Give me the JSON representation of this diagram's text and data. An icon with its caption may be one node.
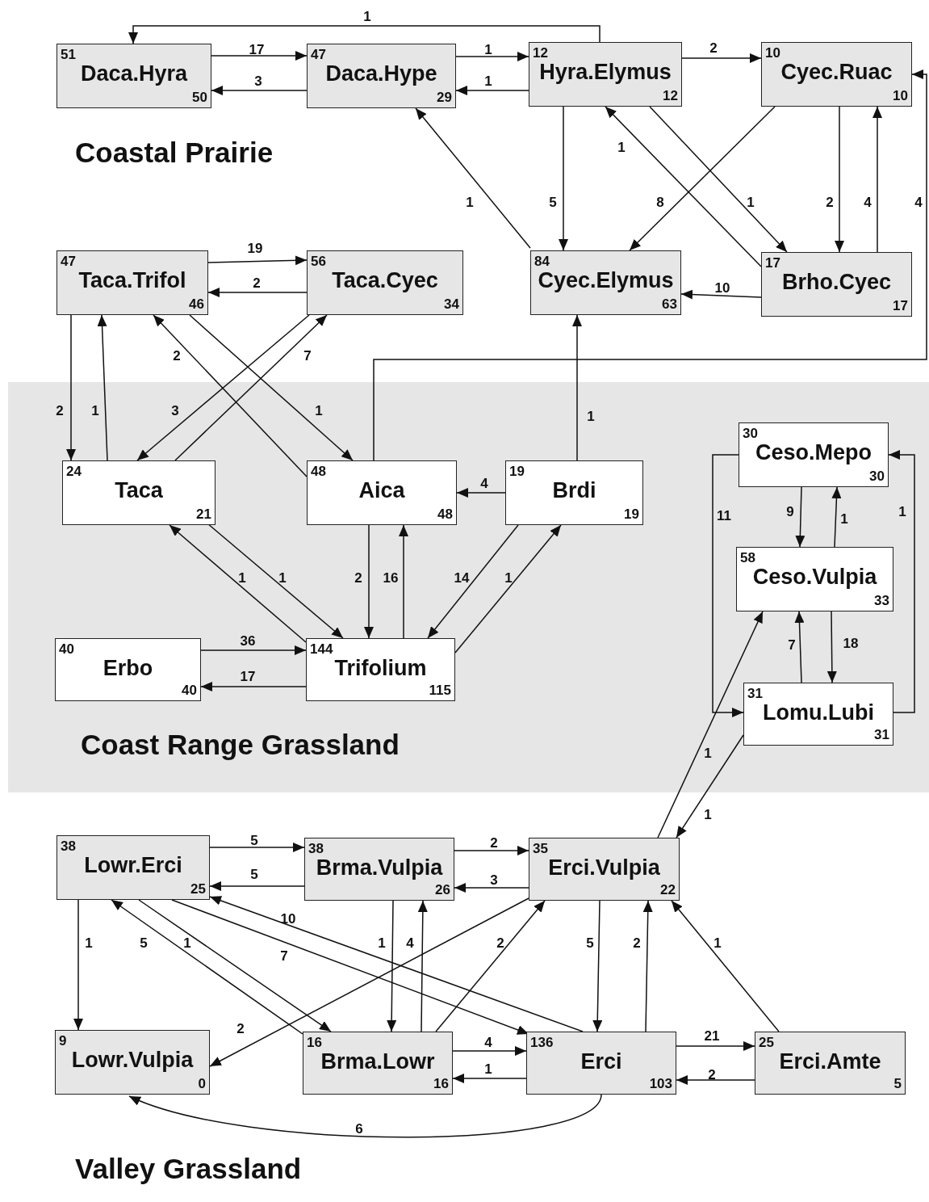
{
  "diagram": {
    "nodes": [
      {
        "text": [
          "51",
          "Daca.Hyra",
          "50"
        ]
      },
      {
        "text": [
          "47",
          "Daca.Hype",
          "29"
        ]
      },
      {
        "text": [
          "12",
          "Hyra.Elymus",
          "12"
        ]
      },
      {
        "text": [
          "10",
          "Cyec.Ruac",
          "10"
        ]
      },
      {
        "text": [
          "84",
          "Cyec.Elymus",
          "63"
        ]
      },
      {
        "text": [
          "17",
          "Brho.Cyec",
          "17"
        ]
      },
      {
        "text": [
          "47",
          "Taca.Trifol",
          "46"
        ]
      },
      {
        "text": [
          "56",
          "Taca.Cyec",
          "34"
        ]
      },
      {
        "text": [
          "Coast Range Grassland"
        ]
      },
      {
        "text": [
          "24",
          "Taca",
          "21"
        ],
        "in": 8
      },
      {
        "text": [
          "48",
          "Aica",
          "48"
        ],
        "in": 8
      },
      {
        "text": [
          "19",
          "Brdi",
          "19"
        ],
        "in": 8
      },
      {
        "text": [
          "30",
          "Ceso.Mepo",
          "30"
        ],
        "in": 8
      },
      {
        "text": [
          "58",
          "Ceso.Vulpia",
          "33"
        ],
        "in": 8
      },
      {
        "text": [
          "40",
          "Erbo",
          "40"
        ],
        "in": 8
      },
      {
        "text": [
          "144",
          "Trifolium",
          "115"
        ],
        "in": 8
      },
      {
        "text": [
          "31",
          "Lomu.Lubi",
          "31"
        ],
        "in": 8
      },
      {
        "text": [
          "38",
          "Lowr.Erci",
          "25"
        ]
      },
      {
        "text": [
          "38",
          "Brma.Vulpia",
          "26"
        ]
      },
      {
        "text": [
          "35",
          "Erci.Vulpia",
          "22"
        ]
      },
      {
        "text": [
          "9",
          "Lowr.Vulpia",
          "0"
        ]
      },
      {
        "text": [
          "16",
          "Brma.Lowr",
          "16"
        ]
      },
      {
        "text": [
          "136",
          "Erci",
          "103"
        ]
      },
      {
        "text": [
          "25",
          "Erci.Amte",
          "5"
        ]
      }
    ],
    "edges": [
      {
        "from": 2,
        "to": 0,
        "arrow": "to",
        "label": "1"
      },
      {
        "from": 0,
        "to": 1,
        "arrow": "to",
        "label": "17"
      },
      {
        "from": 1,
        "to": 0,
        "arrow": "to",
        "label": "3"
      },
      {
        "from": 1,
        "to": 2,
        "arrow": "to",
        "label": "1"
      },
      {
        "from": 2,
        "to": 1,
        "arrow": "to",
        "label": "1"
      },
      {
        "from": 2,
        "to": 3,
        "arrow": "to",
        "label": "2"
      },
      {
        "from": 4,
        "to": 1,
        "arrow": "to",
        "label": "1"
      },
      {
        "from": 2,
        "to": 4,
        "arrow": "to",
        "label": "5"
      },
      {
        "from": 3,
        "to": 4,
        "arrow": "to",
        "label": "8"
      },
      {
        "from": 5,
        "to": 2,
        "arrow": "to",
        "label": "1"
      },
      {
        "from": 2,
        "to": 5,
        "arrow": "to",
        "label": "1"
      },
      {
        "from": 3,
        "to": 5,
        "arrow": "to",
        "label": "2"
      },
      {
        "from": 5,
        "to": 3,
        "arrow": "to",
        "label": "4"
      },
      {
        "from": 10,
        "to": 3,
        "arrow": "to",
        "label": "4"
      },
      {
        "from": 5,
        "to": 4,
        "arrow": "to",
        "label": "10"
      },
      {
        "from": 11,
        "to": 4,
        "arrow": "to",
        "label": "1"
      },
      {
        "from": 6,
        "to": 7,
        "arrow": "to",
        "label": "19"
      },
      {
        "from": 7,
        "to": 6,
        "arrow": "to",
        "label": "2"
      },
      {
        "from": 6,
        "to": 9,
        "arrow": "to",
        "label": "2"
      },
      {
        "from": 9,
        "to": 6,
        "arrow": "to",
        "label": "1"
      },
      {
        "from": 7,
        "to": 9,
        "arrow": "to",
        "label": "3"
      },
      {
        "from": 9,
        "to": 7,
        "arrow": "to",
        "label": "7"
      },
      {
        "from": 10,
        "to": 6,
        "arrow": "to",
        "label": "2"
      },
      {
        "from": 6,
        "to": 10,
        "arrow": "to",
        "label": "1"
      },
      {
        "from": 11,
        "to": 10,
        "arrow": "to",
        "label": "4"
      },
      {
        "from": 15,
        "to": 9,
        "arrow": "to",
        "label": "1"
      },
      {
        "from": 9,
        "to": 15,
        "arrow": "to",
        "label": "1"
      },
      {
        "from": 10,
        "to": 15,
        "arrow": "to",
        "label": "2"
      },
      {
        "from": 15,
        "to": 10,
        "arrow": "to",
        "label": "16"
      },
      {
        "from": 11,
        "to": 15,
        "arrow": "to",
        "label": "14"
      },
      {
        "from": 15,
        "to": 11,
        "arrow": "to",
        "label": "1"
      },
      {
        "from": 14,
        "to": 15,
        "arrow": "to",
        "label": "36"
      },
      {
        "from": 15,
        "to": 14,
        "arrow": "to",
        "label": "17"
      },
      {
        "from": 12,
        "to": 16,
        "arrow": "to",
        "label": "11"
      },
      {
        "from": 16,
        "to": 12,
        "arrow": "to",
        "label": "1"
      },
      {
        "from": 12,
        "to": 13,
        "arrow": "to",
        "label": "9"
      },
      {
        "from": 13,
        "to": 12,
        "arrow": "to",
        "label": "1"
      },
      {
        "from": 16,
        "to": 13,
        "arrow": "to",
        "label": "7"
      },
      {
        "from": 13,
        "to": 16,
        "arrow": "to",
        "label": "18"
      },
      {
        "from": 19,
        "to": 13,
        "arrow": "to",
        "label": "1"
      },
      {
        "from": 16,
        "to": 19,
        "arrow": "to",
        "label": "1"
      },
      {
        "from": 17,
        "to": 18,
        "arrow": "to",
        "label": "5"
      },
      {
        "from": 18,
        "to": 17,
        "arrow": "to",
        "label": "5"
      },
      {
        "from": 18,
        "to": 19,
        "arrow": "to",
        "label": "2"
      },
      {
        "from": 19,
        "to": 18,
        "arrow": "to",
        "label": "3"
      },
      {
        "from": 17,
        "to": 20,
        "arrow": "to",
        "label": "1"
      },
      {
        "from": 21,
        "to": 17,
        "arrow": "to",
        "label": "5"
      },
      {
        "from": 17,
        "to": 21,
        "arrow": "to",
        "label": "1"
      },
      {
        "from": 22,
        "to": 17,
        "arrow": "to",
        "label": "10"
      },
      {
        "from": 17,
        "to": 22,
        "arrow": "to",
        "label": "7"
      },
      {
        "from": 18,
        "to": 21,
        "arrow": "to",
        "label": "1"
      },
      {
        "from": 21,
        "to": 18,
        "arrow": "to",
        "label": "4"
      },
      {
        "from": 19,
        "to": 20,
        "arrow": "to",
        "label": "2"
      },
      {
        "from": 21,
        "to": 19,
        "arrow": "to",
        "label": "2"
      },
      {
        "from": 19,
        "to": 22,
        "arrow": "to",
        "label": "5"
      },
      {
        "from": 22,
        "to": 19,
        "arrow": "to",
        "label": "2"
      },
      {
        "from": 23,
        "to": 19,
        "arrow": "to",
        "label": "1"
      },
      {
        "from": 21,
        "to": 22,
        "arrow": "to",
        "label": "4"
      },
      {
        "from": 22,
        "to": 21,
        "arrow": "to",
        "label": "1"
      },
      {
        "from": 22,
        "to": 23,
        "arrow": "to",
        "label": "21"
      },
      {
        "from": 23,
        "to": 22,
        "arrow": "to",
        "label": "2"
      },
      {
        "from": 22,
        "to": 20,
        "arrow": "to",
        "label": "6"
      }
    ],
    "labels": [
      "Coastal Prairie",
      "Valley Grassland"
    ]
  }
}
